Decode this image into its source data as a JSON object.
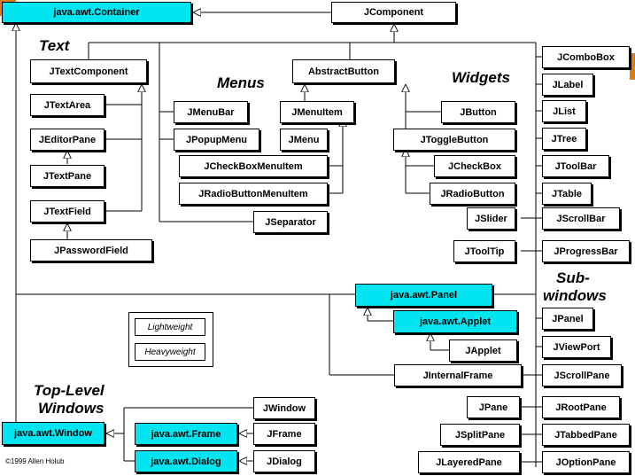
{
  "classes": {
    "container": "java.awt.Container",
    "jcomponent": "JComponent",
    "jtextcomponent": "JTextComponent",
    "jtextarea": "JTextArea",
    "jeditorpane": "JEditorPane",
    "jtextpane": "JTextPane",
    "jtextfield": "JTextField",
    "jpasswordfield": "JPasswordField",
    "jmenubar": "JMenuBar",
    "jpopupmenu": "JPopupMenu",
    "abstractbutton": "AbstractButton",
    "jmenuitem": "JMenuItem",
    "jmenu": "JMenu",
    "jcheckboxmenuitem": "JCheckBoxMenuItem",
    "jradiobuttonmenuitem": "JRadioButtonMenuItem",
    "jseparator": "JSeparator",
    "jbutton": "JButton",
    "jtogglebutton": "JToggleButton",
    "jcheckbox": "JCheckBox",
    "jradiobutton": "JRadioButton",
    "jslider": "JSlider",
    "jtooltip": "JToolTip",
    "jcombobox": "JComboBox",
    "jlabel": "JLabel",
    "jlist": "JList",
    "jtree": "JTree",
    "jtoolbar": "JToolBar",
    "jtable": "JTable",
    "jscrollbar": "JScrollBar",
    "jprogressbar": "JProgressBar",
    "panel": "java.awt.Panel",
    "applet": "java.awt.Applet",
    "japplet": "JApplet",
    "jinternalframe": "JInternalFrame",
    "jpanel": "JPanel",
    "jviewport": "JViewPort",
    "jscrollpane": "JScrollPane",
    "jpane": "JPane",
    "jrootpane": "JRootPane",
    "jsplitpane": "JSplitPane",
    "jtabbedpane": "JTabbedPane",
    "jlayeredpane": "JLayeredPane",
    "joptionpane": "JOptionPane",
    "window": "java.awt.Window",
    "frame": "java.awt.Frame",
    "dialog": "java.awt.Dialog",
    "jwindow": "JWindow",
    "jframe": "JFrame",
    "jdialog": "JDialog"
  },
  "headings": {
    "text": "Text",
    "menus": "Menus",
    "widgets": "Widgets",
    "subwindows_line1": "Sub-",
    "subwindows_line2": "windows",
    "toplevel_line1": "Top-Level",
    "toplevel_line2": "Windows"
  },
  "legend": {
    "lightweight": "Lightweight",
    "heavyweight": "Heavyweight"
  },
  "copyright": "©1999 Allen Holub",
  "colors": {
    "awt_fill": "#00e5ef",
    "swing_fill": "#ffffff",
    "line": "#000000",
    "accent_corner": "#e07a12"
  }
}
